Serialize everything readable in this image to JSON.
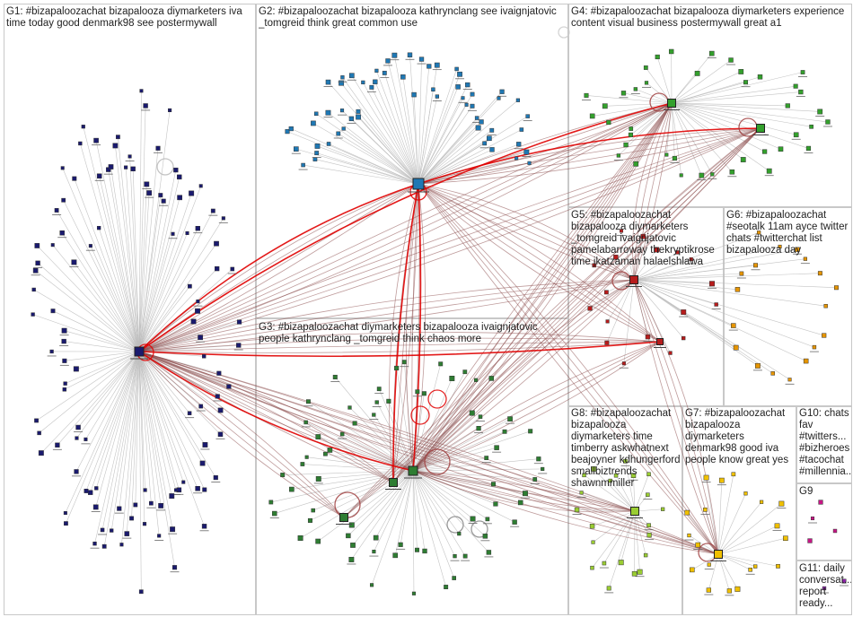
{
  "groups": [
    {
      "id": "G1",
      "label": "G1: #bizapaloozachat bizapalooza diymarketers iva\ntime today good denmark98 see postermywall",
      "color": "#1a1a6e"
    },
    {
      "id": "G2",
      "label": "G2: #bizapaloozachat bizapalooza kathrynclang see ivaignjatovic\n_tomgreid think great common use",
      "color": "#1f78b4"
    },
    {
      "id": "G3",
      "label": "G3: #bizapaloozachat diymarketers bizapalooza ivaignjatovic\npeople kathrynclang _tomgreid think chaos more",
      "color": "#2e7d32"
    },
    {
      "id": "G4",
      "label": "G4: #bizapaloozachat bizapalooza diymarketers experience\ncontent visual business postermywall great a1",
      "color": "#33a02c"
    },
    {
      "id": "G5",
      "label": "G5: #bizapaloozachat\nbizapalooza diymarketers\n_tomgreid ivaignjatovic\npamelabarroway thekryptikrose\ntime jkatzaman halaelshlawa",
      "color": "#b71c1c"
    },
    {
      "id": "G6",
      "label": "G6: #bizapaloozachat\n#seotalk 11am ayce twitter\nchats #twitterchat list\nbizapalooza day",
      "color": "#e69500"
    },
    {
      "id": "G7",
      "label": "G7: #bizapaloozachat\nbizapalooza\ndiymarketers\ndenmark98 good iva\npeople know great yes",
      "color": "#f0c000"
    },
    {
      "id": "G8",
      "label": "G8: #bizapaloozachat\nbizapalooza\ndiymarketers time\ntimberry askwhatnext\nbeajoyner kdhungerford\nsmallbiztrends\nshawnmmiller",
      "color": "#9acd32"
    },
    {
      "id": "G9",
      "label": "G9",
      "color": "#c71585"
    },
    {
      "id": "G10",
      "label": "G10: chats\nfav\n#twitters...\n#bizheroes\n#tacochat\n#millennia...",
      "color": "#444444"
    },
    {
      "id": "G11",
      "label": "G11: daily\nconversat...\nreport\nready...",
      "color": "#8e24aa"
    }
  ],
  "colors": {
    "edge": "#8b4a4a",
    "edge_light": "#bdbdbd",
    "edge_strong": "#e00000",
    "box_border": "#c8c8c8"
  }
}
